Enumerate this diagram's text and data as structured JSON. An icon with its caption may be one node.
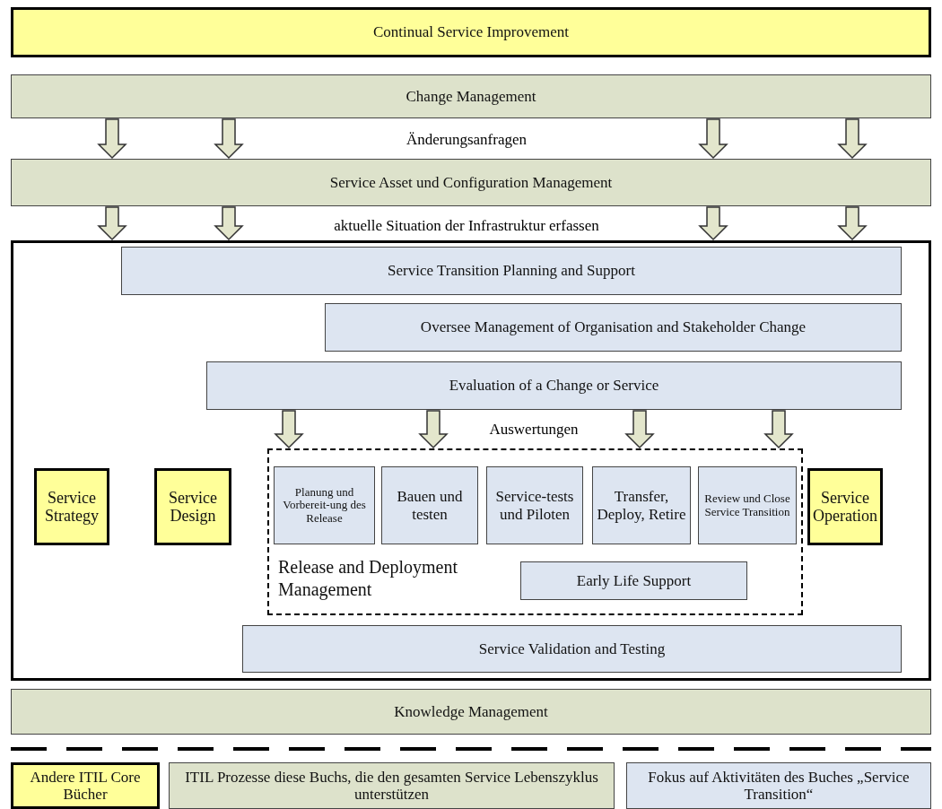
{
  "diagram": {
    "nodes": [
      {
        "text": [
          "Continual Service Improvement"
        ]
      },
      {
        "text": [
          "Change Management"
        ]
      },
      {
        "text": [
          "Service Asset und Configuration Management"
        ]
      },
      {
        "text": [],
        "shape": "box"
      },
      {
        "text": [
          "Service Transition Planning and Support"
        ],
        "in": 3
      },
      {
        "text": [
          "Oversee Management of Organisation and Stakeholder Change"
        ],
        "in": 3
      },
      {
        "text": [
          "Evaluation of a Change or Service"
        ],
        "in": 3
      },
      {
        "text": [
          "Service Strategy"
        ],
        "in": 3
      },
      {
        "text": [
          "Service Design"
        ],
        "in": 3
      },
      {
        "text": [
          "Release and Deployment Management"
        ],
        "in": 3
      },
      {
        "text": [
          "Planung und Vorbereit-ung des Release"
        ],
        "in": 9
      },
      {
        "text": [
          "Bauen und testen"
        ],
        "in": 9
      },
      {
        "text": [
          "Service-tests und Piloten"
        ],
        "in": 9
      },
      {
        "text": [
          "Transfer, Deploy, Retire"
        ],
        "in": 9
      },
      {
        "text": [
          "Review und Close Service Transition"
        ],
        "in": 9
      },
      {
        "text": [
          "Early Life Support"
        ],
        "in": 9
      },
      {
        "text": [
          "Service Operation"
        ],
        "in": 3
      },
      {
        "text": [
          "Service Validation and Testing"
        ],
        "in": 3
      },
      {
        "text": [
          "Knowledge Management"
        ]
      }
    ],
    "edges": [
      {
        "from": 1,
        "to": 2,
        "arrow": "to"
      },
      {
        "from": 1,
        "to": 2,
        "arrow": "to"
      },
      {
        "from": 1,
        "to": 2,
        "arrow": "to"
      },
      {
        "from": 1,
        "to": 2,
        "arrow": "to"
      },
      {
        "from": 2,
        "to": 3,
        "arrow": "to"
      },
      {
        "from": 2,
        "to": 3,
        "arrow": "to"
      },
      {
        "from": 2,
        "to": 3,
        "arrow": "to"
      },
      {
        "from": 2,
        "to": 3,
        "arrow": "to"
      },
      {
        "from": 6,
        "to": 9,
        "arrow": "to"
      },
      {
        "from": 6,
        "to": 9,
        "arrow": "to"
      },
      {
        "from": 6,
        "to": 9,
        "arrow": "to"
      },
      {
        "from": 6,
        "to": 9,
        "arrow": "to"
      }
    ],
    "labels": [
      "Änderungsanfragen",
      "aktuelle Situation der Infrastruktur erfassen",
      "Auswertungen"
    ],
    "legend": [
      {
        "text": "Andere ITIL Core Bücher",
        "color": "#ffff99"
      },
      {
        "text": "ITIL Prozesse diese Buchs, die den gesamten Service Lebenszyklus unterstützen",
        "color": "#dde2cb"
      },
      {
        "text": "Fokus auf Aktivitäten des Buches „Service Transition“",
        "color": "#dde5f1"
      }
    ]
  }
}
